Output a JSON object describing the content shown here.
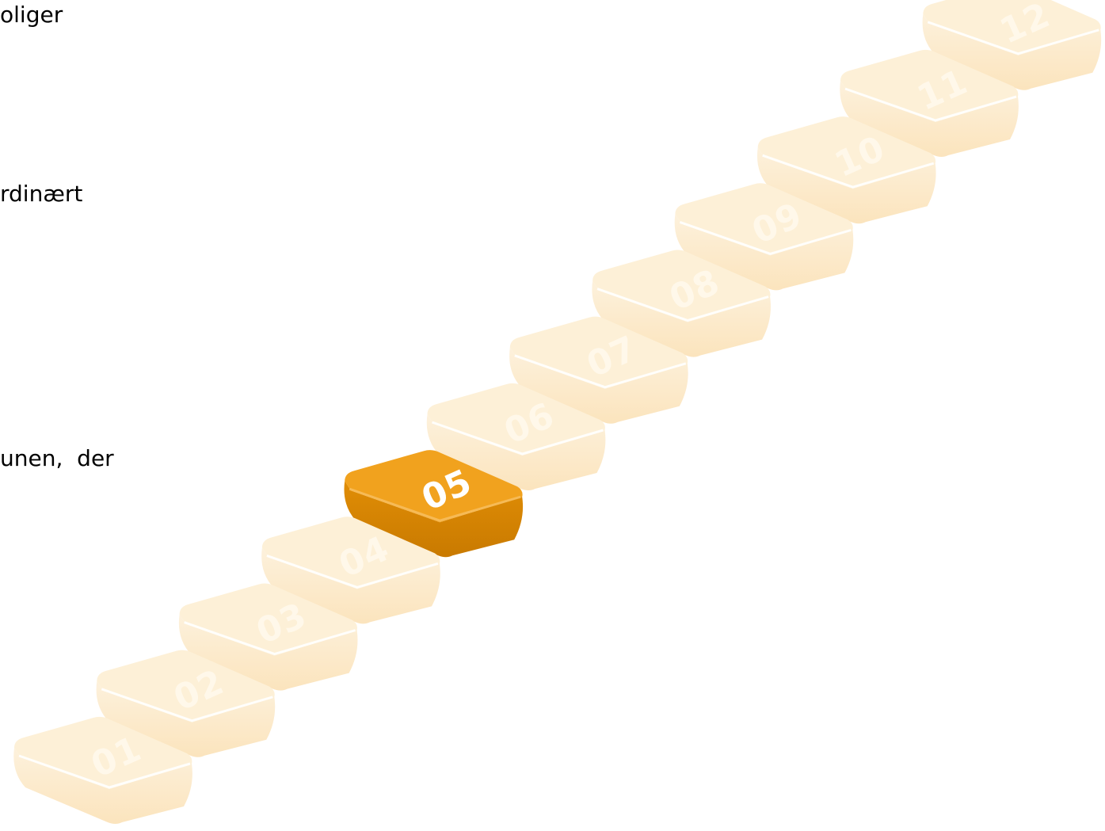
{
  "text_fragments": [
    "oliger",
    "rdinært",
    "unen,  der"
  ],
  "steps": [
    "01",
    "02",
    "03",
    "04",
    "05",
    "06",
    "07",
    "08",
    "09",
    "10",
    "11",
    "12"
  ],
  "active_step": "05",
  "colors": {
    "inactive_top": "#fdf0d7",
    "inactive_front": "#fbe4bd",
    "inactive_front_light": "#fdf1dc",
    "inactive_label": "#fff8ea",
    "active_top": "#f1a21e",
    "active_front": "#e08d06",
    "active_front_dark": "#c97a00",
    "active_label": "#ffffff"
  }
}
